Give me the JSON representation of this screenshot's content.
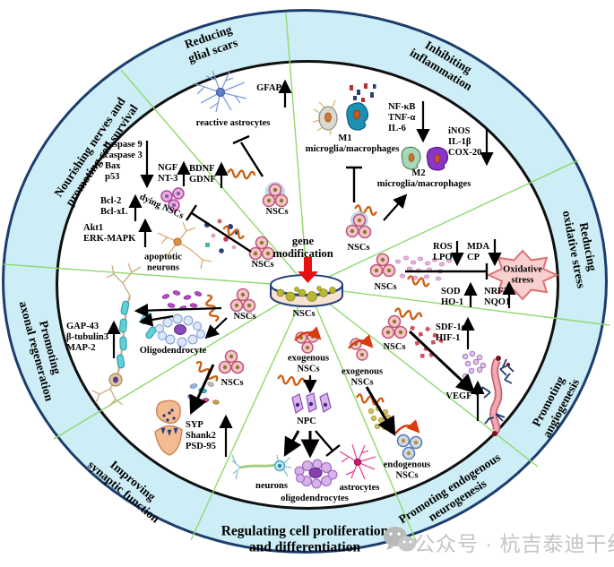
{
  "colors": {
    "ring_fill": "#cdeef6",
    "ring_border": "#1c3d6e",
    "inner_border": "#101010",
    "divider_green": "#8fd96d",
    "accent_red": "#e81010",
    "coil_orange": "#cc5f12",
    "starburst_fill": "#f9d0d0",
    "starburst_stroke": "#e07070",
    "watermark_gray": "#c4c4c4"
  },
  "center": {
    "gene_modification": [
      "gene",
      "modification"
    ],
    "dish_label": "NSCs"
  },
  "ring_sectors": [
    {
      "lines": [
        "Reducing",
        "glial scars"
      ]
    },
    {
      "lines": [
        "Inhibiting",
        "inflammation"
      ]
    },
    {
      "lines": [
        "Reducing",
        "oxidative stress"
      ]
    },
    {
      "lines": [
        "Promoting",
        "angiogenesis"
      ]
    },
    {
      "lines": [
        "Promoting endogenous",
        "neurogenesis"
      ]
    },
    {
      "lines": [
        "Regulating cell proliferation",
        "and differentiation"
      ]
    },
    {
      "lines": [
        "Improving",
        "synaptic function"
      ]
    },
    {
      "lines": [
        "Promoting",
        "axonal regeneration"
      ]
    },
    {
      "lines": [
        "Nourishing nerves and",
        "promoting cell survival"
      ]
    }
  ],
  "labels": {
    "nscs": "NSCs",
    "reactive_astrocytes": "reactive astrocytes",
    "m1": "M1",
    "m2": "M2",
    "microglia": "microglia/macrophages",
    "dying_nscs": "dying NSCs",
    "apoptotic_neurons": [
      "apoptotic",
      "neurons"
    ],
    "oligodendrocyte": "Oligodendrocyte",
    "exogenous_nscs": [
      "exogenous",
      "NSCs"
    ],
    "endogenous_nscs": [
      "endogenous",
      "NSCs"
    ],
    "npc": "NPC",
    "neurons": "neurons",
    "oligodendrocytes": "oligodendrocytes",
    "astrocytes": "astrocytes",
    "oxidative_stress": [
      "Oxidative",
      "stress"
    ]
  },
  "molecules": {
    "gfap": {
      "items": [
        "GFAP"
      ],
      "change": "up"
    },
    "caspase": {
      "items": [
        "caspase 9",
        "caspase 3",
        "Bax",
        "p53"
      ],
      "change": "down"
    },
    "ngf": {
      "items": [
        "NGF",
        "NT-3"
      ],
      "change": "up"
    },
    "bdnf": {
      "items": [
        "BDNF",
        "GDNF"
      ],
      "change": "up"
    },
    "bcl": {
      "items": [
        "Bcl-2",
        "Bcl-xL"
      ],
      "change": "up"
    },
    "akt": {
      "items": [
        "Akt1",
        "ERK-MAPK"
      ],
      "change": "up"
    },
    "nfkb": {
      "items": [
        "NF-κB",
        "TNF-α",
        "IL-6"
      ],
      "change": "down"
    },
    "inos": {
      "items": [
        "iNOS",
        "IL-1β",
        "COX-20"
      ],
      "change": "down"
    },
    "ros": {
      "items": [
        "ROS",
        "LPO"
      ],
      "change": "down"
    },
    "mda": {
      "items": [
        "MDA",
        "CP"
      ],
      "change": "down"
    },
    "sod": {
      "items": [
        "SOD",
        "HO-1"
      ],
      "change": "up"
    },
    "nrf2": {
      "items": [
        "NRF2",
        "NQO1"
      ],
      "change": "up"
    },
    "sdf": {
      "items": [
        "SDF-1α",
        "HIF-1"
      ],
      "change": "up"
    },
    "vegf": {
      "items": [
        "VEGF"
      ],
      "change": "up"
    },
    "gap43": {
      "items": [
        "GAP-43",
        "β-tubulin3",
        "MAP-2"
      ],
      "change": "up"
    },
    "syp": {
      "items": [
        "SYP",
        "Shank2",
        "PSD-95"
      ],
      "change": "up"
    }
  },
  "watermark": {
    "text": "公众号 · 杭吉泰迪干细胞"
  }
}
